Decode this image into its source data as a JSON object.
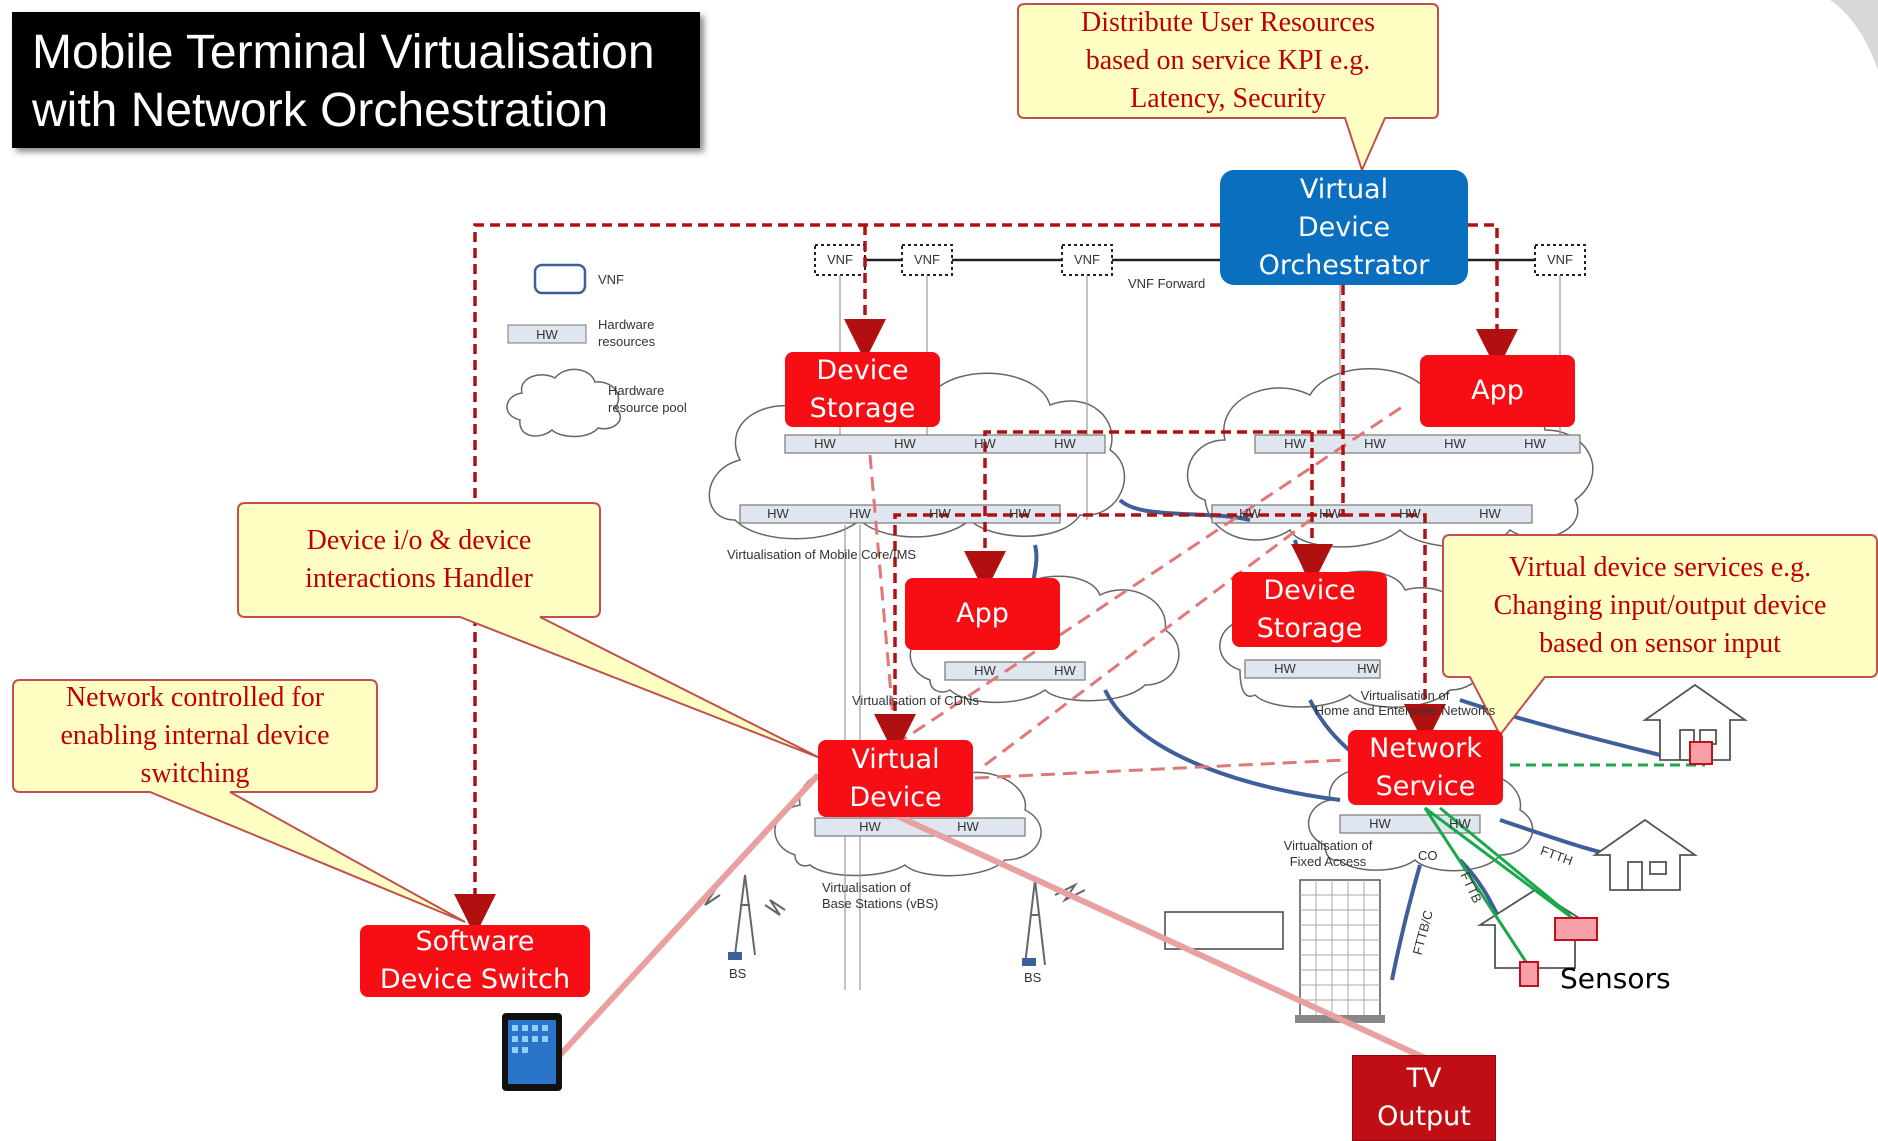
{
  "title": {
    "line1": "Mobile Terminal Virtualisation",
    "line2": "with Network Orchestration"
  },
  "callouts": {
    "distribute": [
      "Distribute User Resources",
      "based on service KPI e.g.",
      "Latency, Security"
    ],
    "device_io": [
      "Device i/o & device",
      "interactions Handler"
    ],
    "network_controlled": [
      "Network controlled for",
      "enabling internal device",
      "switching"
    ],
    "virtual_services": [
      "Virtual device services e.g.",
      "Changing input/output device",
      "based on sensor input"
    ]
  },
  "boxes": {
    "orchestrator": [
      "Virtual",
      "Device",
      "Orchestrator"
    ],
    "device_storage_top": [
      "Device",
      "Storage"
    ],
    "app_top": "App",
    "app_mid": "App",
    "device_storage_mid": [
      "Device",
      "Storage"
    ],
    "virtual_device": [
      "Virtual",
      "Device"
    ],
    "network_service": [
      "Network",
      "Service"
    ],
    "software_switch": [
      "Software",
      "Device Switch"
    ],
    "tv_output": [
      "TV",
      "Output"
    ]
  },
  "legend": {
    "vnf": "VNF",
    "hw": "HW",
    "hw_resources": [
      "Hardware",
      "resources"
    ],
    "hw_pool": [
      "Hardware",
      "resource pool"
    ]
  },
  "labels": {
    "vnf": "VNF",
    "hw": "HW",
    "vnf_forward": "VNF Forward",
    "virt_core": "Virtualisation of Mobile Core/IMS",
    "virt_cdn": "Virtualisation of CDNs",
    "virt_home": [
      "Virtualisation of",
      "Home and Enterprise Networks"
    ],
    "virt_fixed": [
      "Virtualisation of",
      "Fixed Access"
    ],
    "virt_bs": [
      "Virtualisation of",
      "Base Stations (vBS)"
    ],
    "bs": "BS",
    "co": "CO",
    "ftth": "FTTH",
    "fttb": "FTTB",
    "fttbc": "FTTB/C",
    "sensors": "Sensors"
  },
  "colors": {
    "red": "#f70d14",
    "blue": "#0a6fbf",
    "dark_red": "#bf0f14",
    "dash_red": "#b01010",
    "callout_fill": "#ffffc4",
    "callout_border": "#c0504d",
    "network_line": "#3d5f9a",
    "pink_line": "#e8a0a0",
    "green": "#1aa84a"
  }
}
